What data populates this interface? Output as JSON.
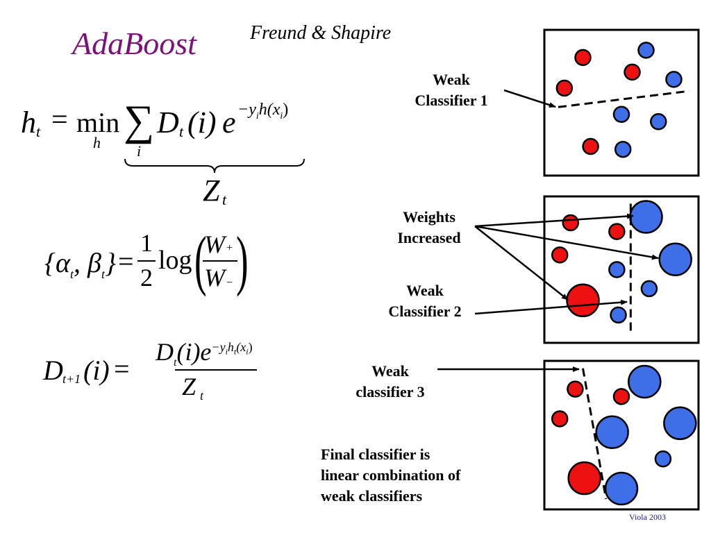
{
  "title": "AdaBoost",
  "authors": "Freund & Shapire",
  "footer": "Viola 2003",
  "colors": {
    "title": "#7a127a",
    "positive": "#ee1111",
    "negative": "#3f6fe8",
    "footer": "#1a1a8c"
  },
  "equations": {
    "eq1": {
      "lhs": "h",
      "lhs_sub": "t",
      "op": "min",
      "op_sub": "h",
      "sum_sub": "i",
      "term": "D",
      "term_sub": "t",
      "arg": "(i)",
      "exp_base": "e",
      "exponent": "−y",
      "exponent_sub": "i",
      "exponent_rest": "h(x",
      "exponent_rest_sub": "i",
      "brace_label": "Z",
      "brace_label_sub": "t"
    },
    "eq2": {
      "lhs": "{α",
      "lhs_sub1": "t",
      "lhs_mid": ", β",
      "lhs_sub2": "t",
      "lhs_end": "}",
      "numerator_half": "1",
      "denominator_half": "2",
      "log": "log",
      "w_num": "W",
      "w_num_sub": "+",
      "w_den": "W",
      "w_den_sub": "−"
    },
    "eq3": {
      "lhs": "D",
      "lhs_sub": "t+1",
      "lhs_arg": "(i)",
      "num_term": "D",
      "num_sub": "t",
      "num_arg": "(i)e",
      "num_exp": "−y",
      "num_exp_sub": "i",
      "num_exp_rest": "h",
      "num_exp_rest_sub": "t",
      "num_exp_tail": "(x",
      "num_exp_tail_sub": "i",
      "den": "Z",
      "den_sub": "t"
    }
  },
  "labels": {
    "weak1": [
      "Weak",
      "Classifier 1"
    ],
    "weights": [
      "Weights",
      "Increased"
    ],
    "weak2": [
      "Weak",
      "Classifier 2"
    ],
    "weak3": [
      "Weak",
      "classifier 3"
    ],
    "final": [
      "Final classifier is",
      "linear combination of",
      "weak classifiers"
    ]
  },
  "panels": [
    {
      "name": "round-1",
      "points": [
        {
          "cls": "positive",
          "weight": "small",
          "x": 0.25,
          "y": 0.19
        },
        {
          "cls": "negative",
          "weight": "small",
          "x": 0.66,
          "y": 0.14
        },
        {
          "cls": "positive",
          "weight": "small",
          "x": 0.57,
          "y": 0.29
        },
        {
          "cls": "negative",
          "weight": "small",
          "x": 0.84,
          "y": 0.34
        },
        {
          "cls": "positive",
          "weight": "small",
          "x": 0.13,
          "y": 0.4
        },
        {
          "cls": "negative",
          "weight": "small",
          "x": 0.5,
          "y": 0.58
        },
        {
          "cls": "negative",
          "weight": "small",
          "x": 0.74,
          "y": 0.63
        },
        {
          "cls": "positive",
          "weight": "small",
          "x": 0.3,
          "y": 0.8
        },
        {
          "cls": "negative",
          "weight": "small",
          "x": 0.51,
          "y": 0.82
        }
      ],
      "boundary": [
        [
          0.09,
          0.53
        ],
        [
          0.94,
          0.42
        ]
      ]
    },
    {
      "name": "round-2",
      "points": [
        {
          "cls": "positive",
          "weight": "small",
          "x": 0.17,
          "y": 0.18
        },
        {
          "cls": "positive",
          "weight": "small",
          "x": 0.47,
          "y": 0.24
        },
        {
          "cls": "negative",
          "weight": "large",
          "x": 0.66,
          "y": 0.14
        },
        {
          "cls": "positive",
          "weight": "small",
          "x": 0.1,
          "y": 0.4
        },
        {
          "cls": "negative",
          "weight": "large",
          "x": 0.85,
          "y": 0.43
        },
        {
          "cls": "negative",
          "weight": "small",
          "x": 0.47,
          "y": 0.5
        },
        {
          "cls": "negative",
          "weight": "small",
          "x": 0.68,
          "y": 0.63
        },
        {
          "cls": "positive",
          "weight": "large",
          "x": 0.25,
          "y": 0.71
        },
        {
          "cls": "negative",
          "weight": "small",
          "x": 0.48,
          "y": 0.81
        }
      ],
      "boundary": [
        [
          0.56,
          0.05
        ],
        [
          0.56,
          0.92
        ]
      ]
    },
    {
      "name": "round-3",
      "points": [
        {
          "cls": "positive",
          "weight": "small",
          "x": 0.2,
          "y": 0.19
        },
        {
          "cls": "positive",
          "weight": "small",
          "x": 0.5,
          "y": 0.24
        },
        {
          "cls": "negative",
          "weight": "large",
          "x": 0.65,
          "y": 0.14
        },
        {
          "cls": "positive",
          "weight": "small",
          "x": 0.1,
          "y": 0.39
        },
        {
          "cls": "negative",
          "weight": "large",
          "x": 0.44,
          "y": 0.48
        },
        {
          "cls": "negative",
          "weight": "large",
          "x": 0.88,
          "y": 0.42
        },
        {
          "cls": "negative",
          "weight": "small",
          "x": 0.77,
          "y": 0.66
        },
        {
          "cls": "positive",
          "weight": "large",
          "x": 0.26,
          "y": 0.79
        },
        {
          "cls": "negative",
          "weight": "large",
          "x": 0.5,
          "y": 0.86
        }
      ],
      "boundary": [
        [
          0.25,
          0.05
        ],
        [
          0.4,
          0.93
        ]
      ]
    }
  ]
}
